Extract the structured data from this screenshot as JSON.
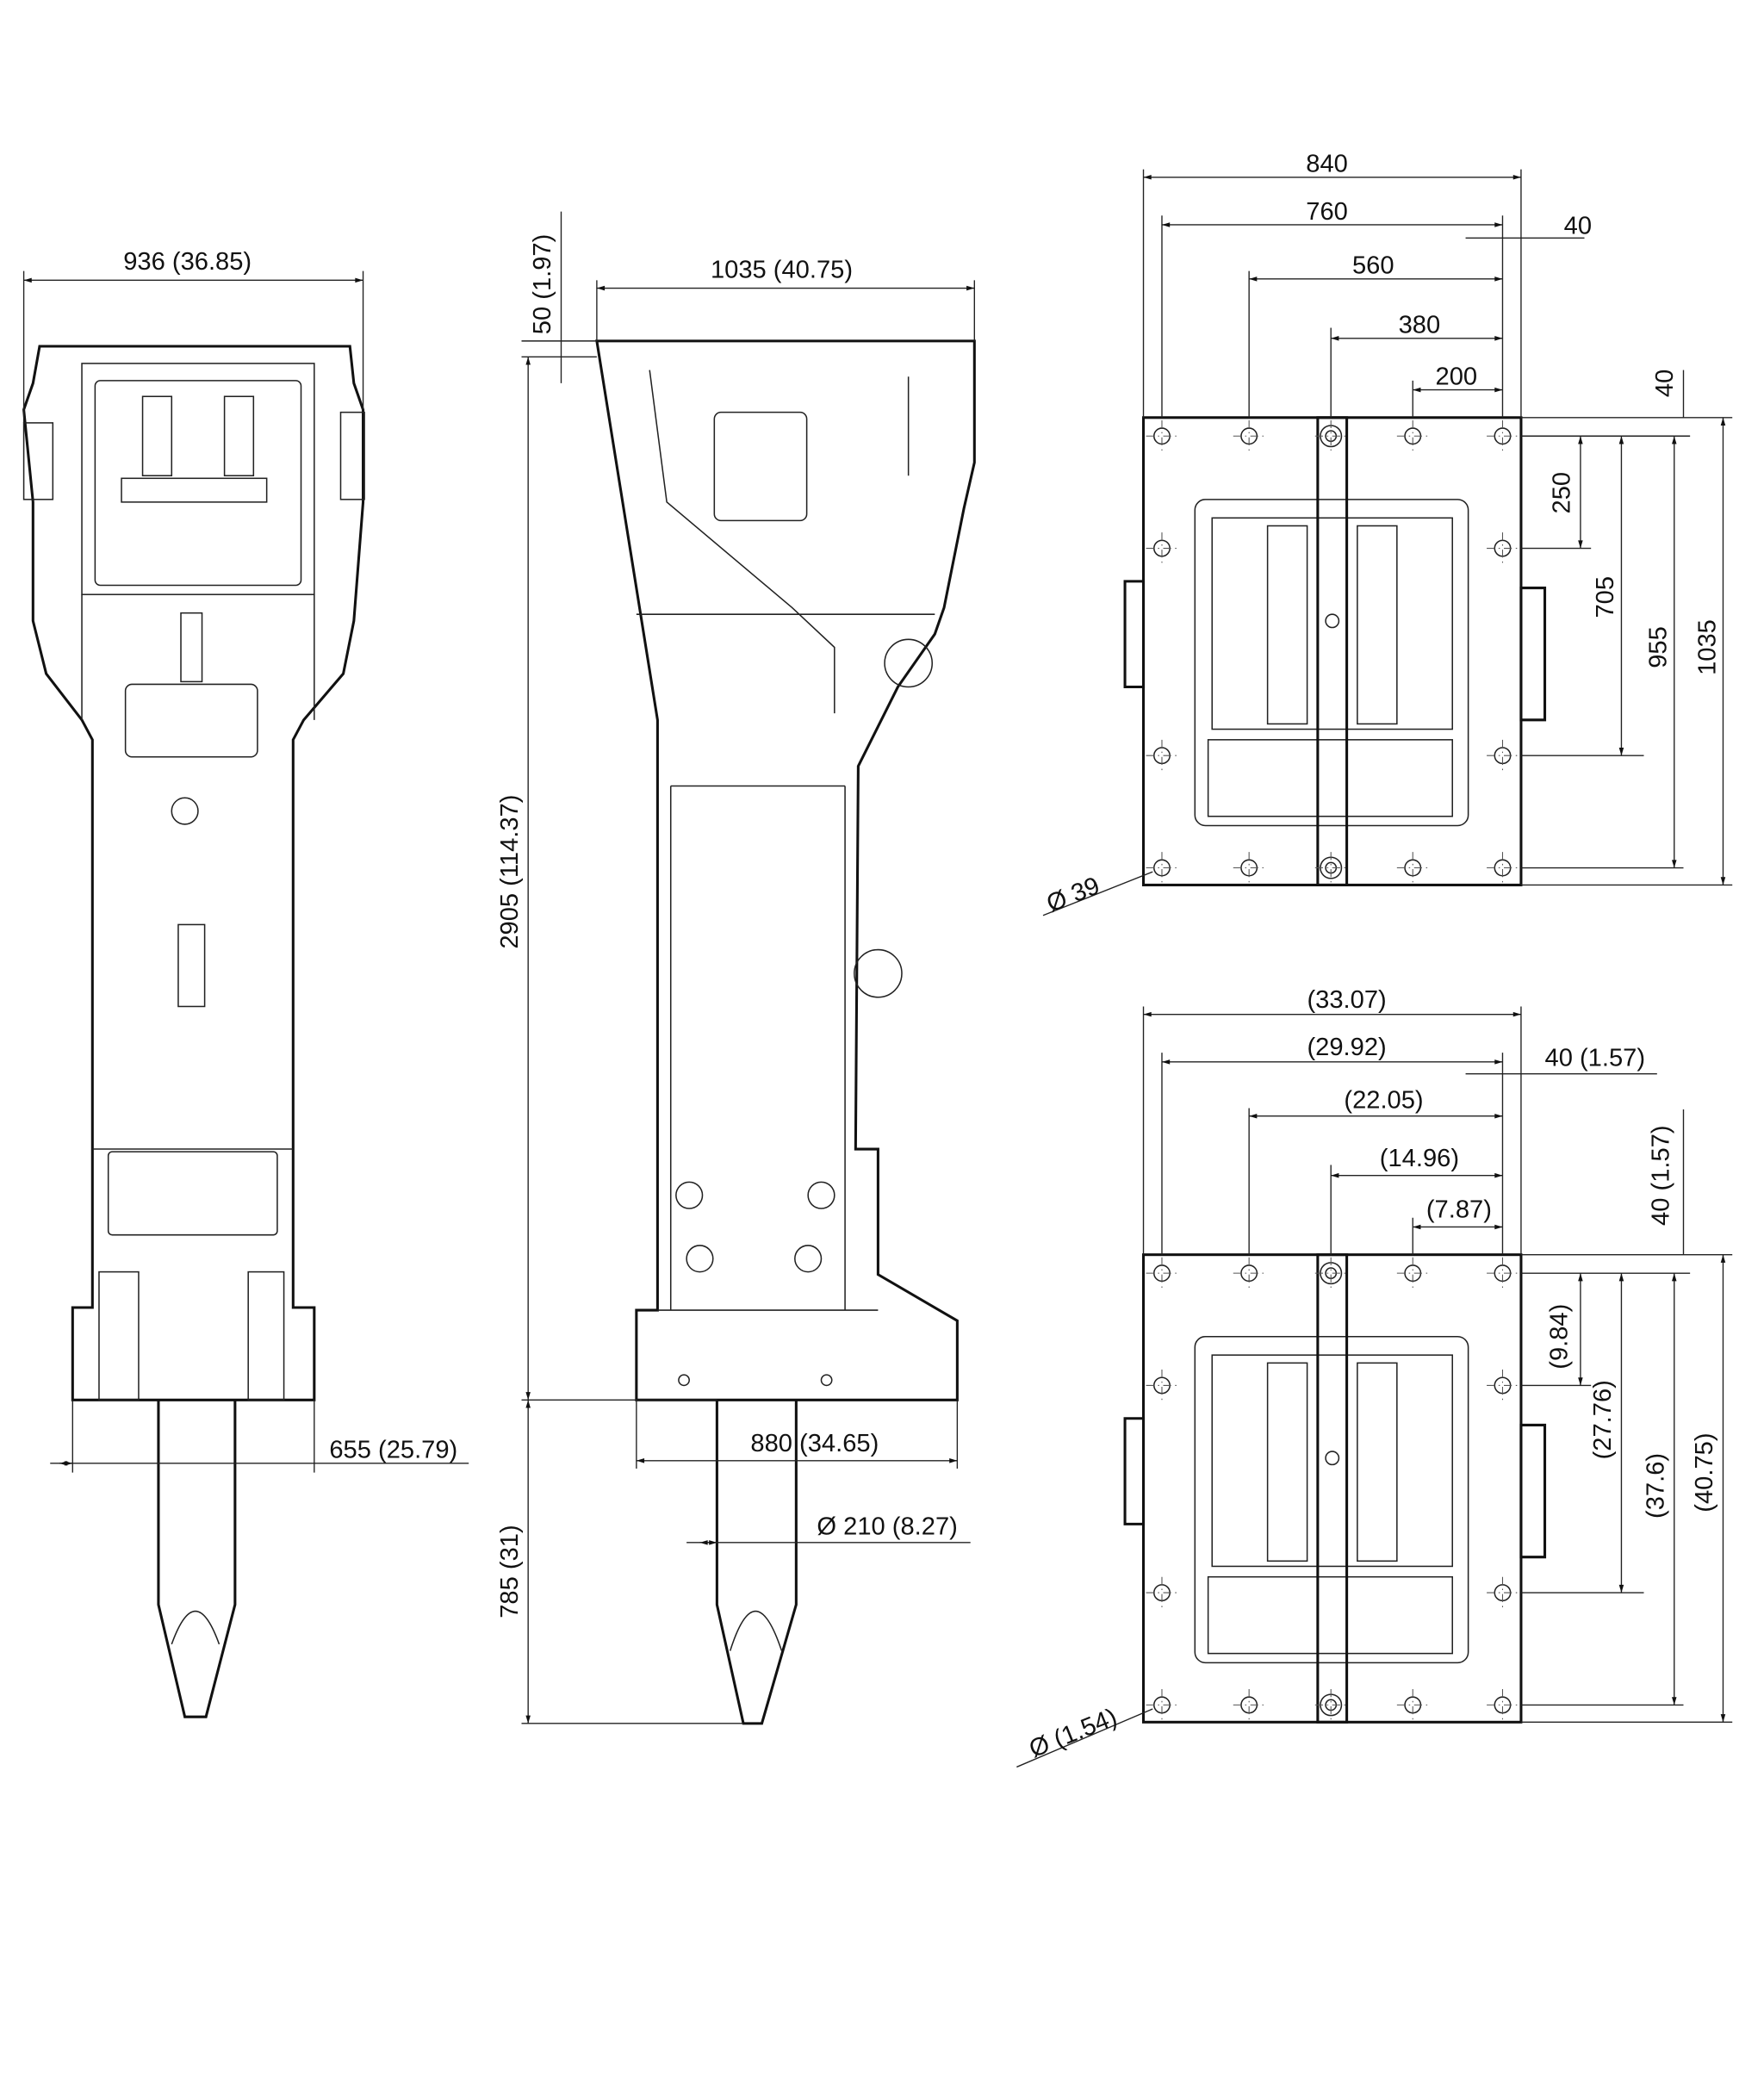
{
  "front_view": {
    "width_label": "936 (36.85)",
    "base_width_label": "655 (25.79)"
  },
  "side_view": {
    "top_offset_label": "50 (1.97)",
    "width_label": "1035 (40.75)",
    "height_label": "2905 (114.37)",
    "tool_length_label": "785 (31)",
    "base_width_label": "880 (34.65)",
    "tool_diameter_label": "Ø 210 (8.27)"
  },
  "plate_metric": {
    "w840": "840",
    "w760": "760",
    "w40": "40",
    "w560": "560",
    "w380": "380",
    "w200": "200",
    "h40": "40",
    "h250": "250",
    "h705": "705",
    "h955": "955",
    "h1035": "1035",
    "hole": "Ø 39"
  },
  "plate_imperial": {
    "w840": "(33.07)",
    "w760": "(29.92)",
    "w40": "40 (1.57)",
    "w560": "(22.05)",
    "w380": "(14.96)",
    "w200": "(7.87)",
    "h40": "40 (1.57)",
    "h250": "(9.84)",
    "h705": "(27.76)",
    "h955": "(37.6)",
    "h1035": "(40.75)",
    "hole": "Ø (1.54)"
  }
}
